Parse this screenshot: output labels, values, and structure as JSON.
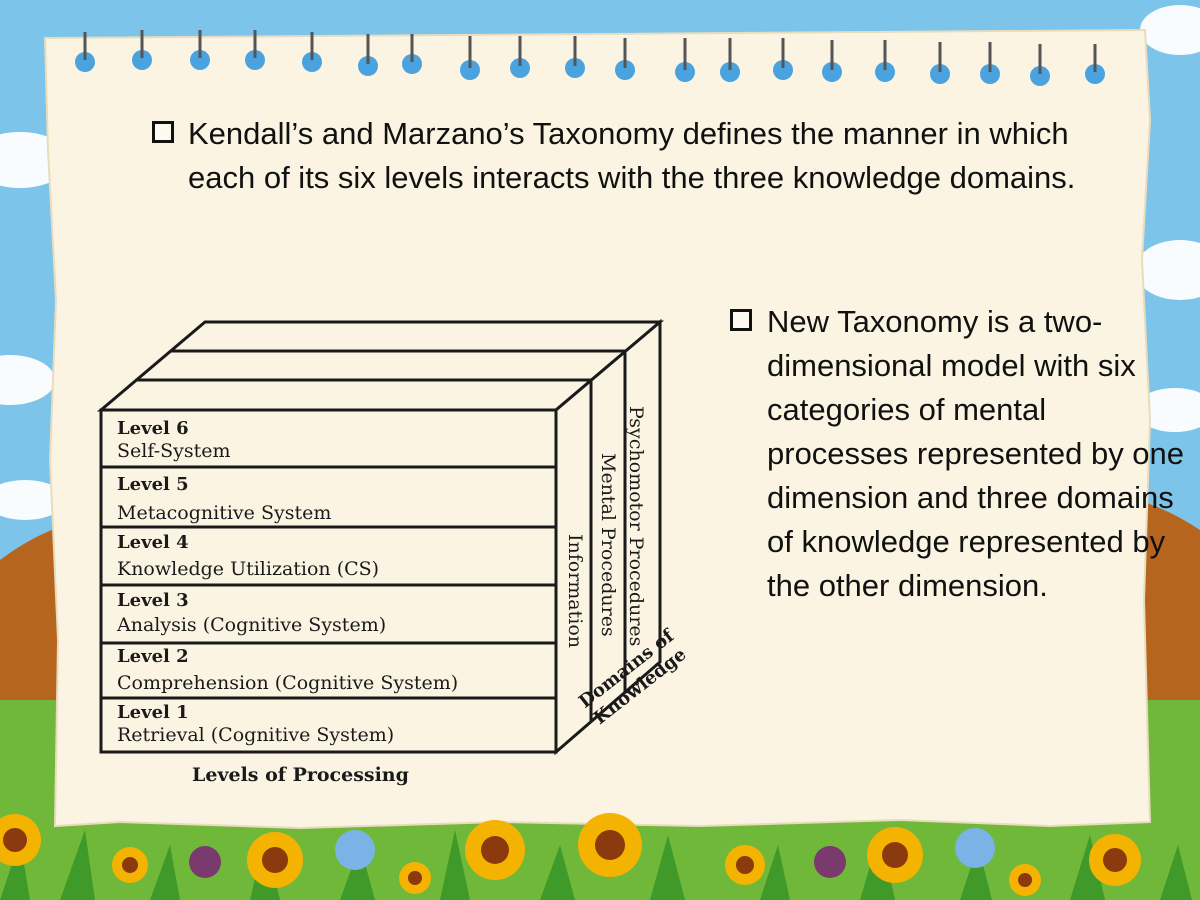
{
  "slide": {
    "bullet1": "Kendall’s and Marzano’s Taxonomy defines the manner in which each of its six levels interacts with the three knowledge domains.",
    "bullet2": "New Taxonomy is a two-dimensional model with six categories of mental processes represented by one dimension and three domains of knowledge represented by the other dimension."
  },
  "diagram": {
    "levels": [
      {
        "title": "Level 6",
        "name": "Self-System"
      },
      {
        "title": "Level 5",
        "name": "Metacognitive System"
      },
      {
        "title": "Level 4",
        "name": "Knowledge Utilization (CS)"
      },
      {
        "title": "Level 3",
        "name": "Analysis (Cognitive System)"
      },
      {
        "title": "Level 2",
        "name": "Comprehension (Cognitive System)"
      },
      {
        "title": "Level 1",
        "name": "Retrieval (Cognitive System)"
      }
    ],
    "domains": [
      "Information",
      "Mental Procedures",
      "Psychomotor Procedures"
    ],
    "x_axis_label": "Levels of Processing",
    "depth_axis_label_line1": "Domains of",
    "depth_axis_label_line2": "Knowledge"
  },
  "colors": {
    "sky": "#7cc4ea",
    "paper": "#fbf4e2",
    "ground": "#6fb83a",
    "hill": "#b5651d",
    "sunflower": "#f5b301"
  }
}
